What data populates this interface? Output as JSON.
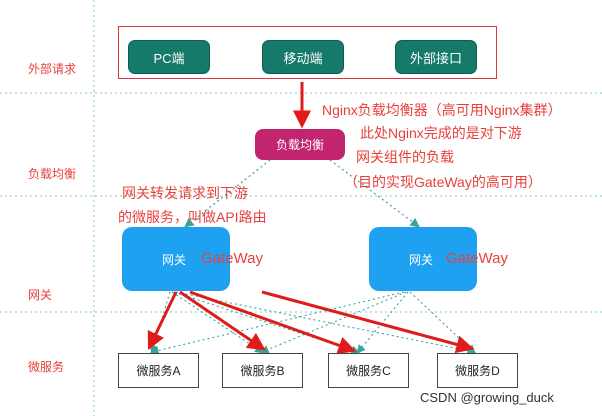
{
  "layers": {
    "external_requests": "外部请求",
    "load_balancing": "负载均衡",
    "gateway": "网关",
    "microservices": "微服务"
  },
  "clients": [
    "PC端",
    "移动端",
    "外部接口"
  ],
  "load_balancer": {
    "label": "负载均衡",
    "annotation": [
      "Nginx负载均衡器（高可用Nginx集群）",
      "此处Nginx完成的是对下游",
      "网关组件的负载",
      "（目的实现GateWay的高可用）"
    ]
  },
  "gateways": [
    {
      "label": "网关",
      "name": "GateWay"
    },
    {
      "label": "网关",
      "name": "GateWay"
    }
  ],
  "gateway_annotation": [
    "网关转发请求到下游",
    "的微服务，叫做API路由"
  ],
  "services": [
    "微服务A",
    "微服务B",
    "微服务C",
    "微服务D"
  ],
  "watermark": "CSDN @growing_duck",
  "colors": {
    "layer_label": "#e8413c",
    "client_button": "#157a6a",
    "load_balancer": "#c2246f",
    "gateway": "#1ea1f1",
    "arrow_red": "#e01b1b",
    "dotted_teal": "#3aa39a"
  }
}
